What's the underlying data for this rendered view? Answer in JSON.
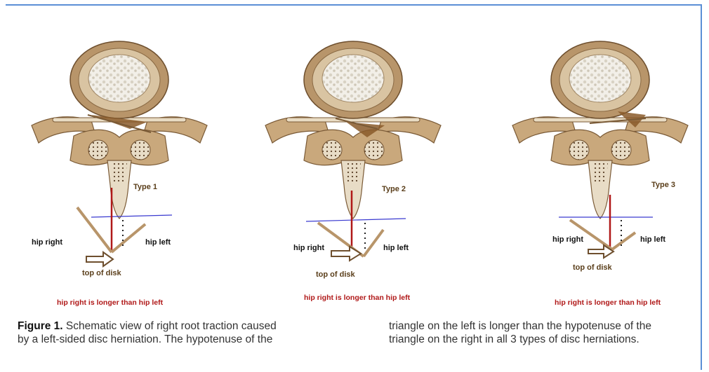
{
  "figure": {
    "panels": [
      {
        "type_label": "Type 1",
        "hip_right": "hip right",
        "hip_left": "hip left",
        "top_of_disk": "top of disk",
        "note": "hip right is longer than hip left"
      },
      {
        "type_label": "Type 2",
        "hip_right": "hip right",
        "hip_left": "hip left",
        "top_of_disk": "top of disk",
        "note": "hip right is longer than hip left"
      },
      {
        "type_label": "Type 3",
        "hip_right": "hip right",
        "hip_left": "hip left",
        "top_of_disk": "top of disk",
        "note": "hip right is longer than hip left"
      }
    ]
  },
  "caption": {
    "label": "Figure 1.",
    "col1_line1": "Schematic view of right root traction caused",
    "col1_line2": "by a left-sided disc herniation. The hypotenuse of the",
    "col2_line1": "triangle on the left is longer than the hypotenuse of the",
    "col2_line2": "triangle on the right in all 3 types of disc herniations."
  },
  "colors": {
    "frame": "#5b8fd6",
    "bone": "#c9a87c",
    "bone_dark": "#7a5a36",
    "red": "#b01818",
    "blue": "#3a3ad0"
  }
}
